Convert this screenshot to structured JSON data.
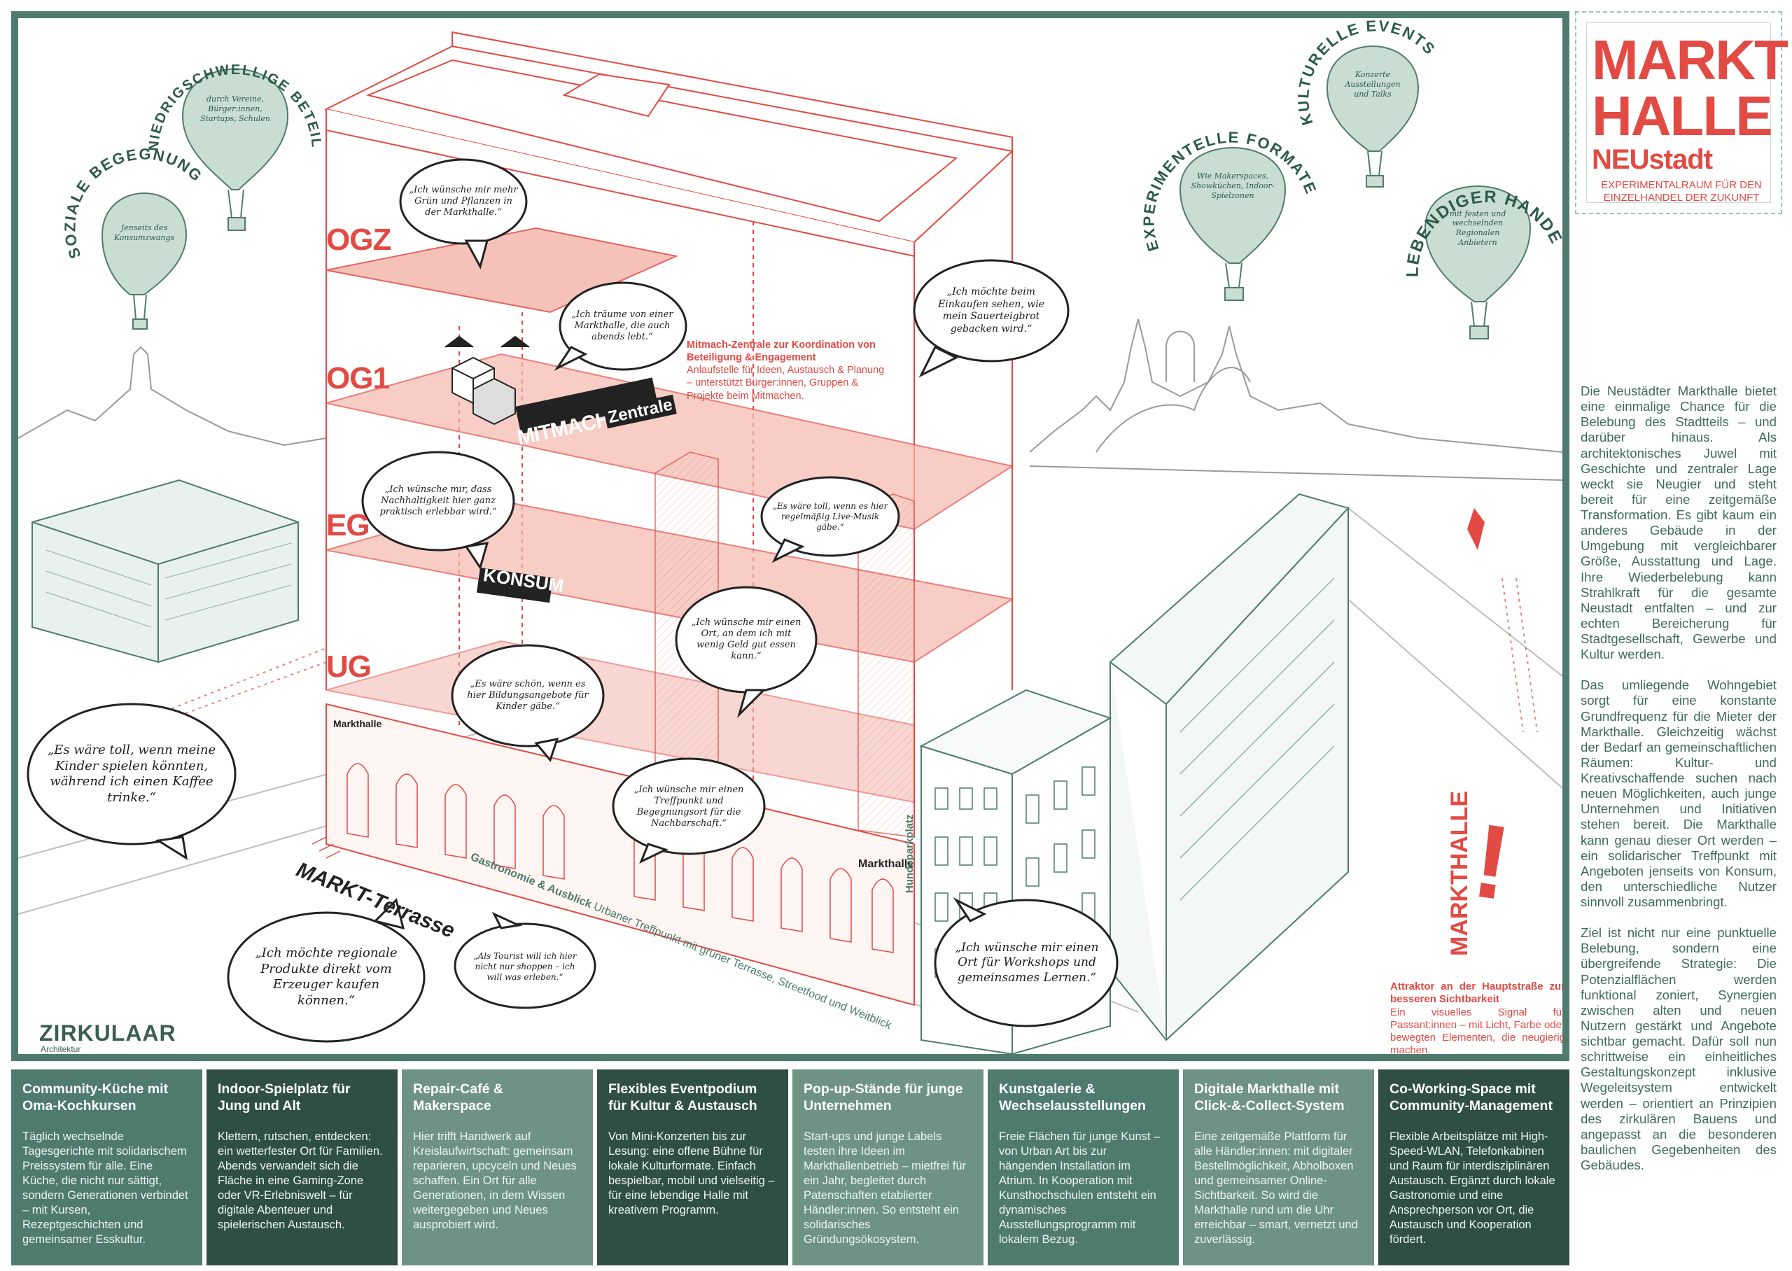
{
  "brand": {
    "line1": "MARKT",
    "line2": "HALLE",
    "line3": "NEUstadt",
    "tagline": "EXPERIMENTALRAUM FÜR DEN EINZELHANDEL DER ZUKUNFT"
  },
  "balloons": [
    {
      "arc": "SOZIALE BEGEGNUNG",
      "text": "Jenseits des Konsumzwangs"
    },
    {
      "arc": "NIEDRIGSCHWELLIGE BETEILIGUNG",
      "text": "durch Vereine, Bürger:innen, Startups, Schulen"
    },
    {
      "arc": "KULTURELLE EVENTS",
      "text": "Konzerte Ausstellungen und Talks"
    },
    {
      "arc": "EXPERIMENTELLE FORMATE",
      "text": "Wie Makerspaces, Showküchen, Indoor-Spielzonen"
    },
    {
      "arc": "LEBENDIGER HANDEL",
      "text": "mit festen und wechselnden Regionalen Anbietern"
    }
  ],
  "floors": {
    "ogz": "OGZ",
    "og1": "OG1",
    "eg": "EG",
    "ug": "UG"
  },
  "signs": {
    "mitmach": "MITMACH",
    "zentrale": "Zentrale",
    "konsum": "KONSUM",
    "markthalle_small": "Markthalle",
    "markthalle_right": "Markthalle",
    "terrasse": "MARKT-Terrasse",
    "hundepark": "Hundeparkplatz",
    "markthalle_vertical": "MARKTHALLE",
    "exclam": "!"
  },
  "terrace_note": {
    "bold": "Gastronomie & Ausblick",
    "text": "Urbaner Treffpunkt mit grüner Terrasse, Streetfood und Weitblick"
  },
  "mitmach_note": {
    "title": "Mitmach-Zentrale zur Koordination von Beteiligung & Engagement",
    "text": "Anlaufstelle für Ideen, Austausch & Planung – unterstützt Bürger:innen, Gruppen & Projekte beim Mitmachen."
  },
  "attraktor_note": {
    "title": "Attraktor an der Hauptstraße zur besseren Sichtbarkeit",
    "text": "Ein visuelles Signal für Passant:innen – mit Licht, Farbe oder bewegten Elementen, die neugierig machen."
  },
  "bubbles": [
    "„Ich wünsche mir mehr Grün und Pflanzen in der Markthalle.“",
    "„Ich träume von einer Markthalle, die auch abends lebt.“",
    "„Ich möchte beim Einkaufen sehen, wie mein Sauerteigbrot gebacken wird.“",
    "„Ich wünsche mir, dass Nachhaltigkeit hier ganz praktisch erlebbar wird.“",
    "„Es wäre toll, wenn es hier regelmäßig Live-Musik gäbe.“",
    "„Ich wünsche mir einen Ort, an dem ich mit wenig Geld gut essen kann.“",
    "„Es wäre schön, wenn es hier Bildungsangebote für Kinder gäbe.“",
    "„Es wäre toll, wenn meine Kinder spielen könnten, während ich einen Kaffee trinke.“",
    "„Ich wünsche mir einen Treffpunkt und Begegnungsort für die Nachbarschaft.“",
    "„Ich möchte regionale Produkte direkt vom Erzeuger kaufen können.“",
    "„Als Tourist will ich hier nicht nur shoppen – ich will was erleben.“",
    "„Ich wünsche mir einen Ort für Workshops und gemeinsames Lernen.“"
  ],
  "logo": {
    "name": "ZIRKULAAR",
    "sub": "Architektur"
  },
  "side_text": [
    "Die Neustädter Markthalle bietet eine einmalige Chance für die Belebung des Stadtteils – und darüber hinaus. Als architektonisches Juwel mit Geschichte und zentraler Lage weckt sie Neugier und steht bereit für eine zeitgemäße Transformation. Es gibt kaum ein anderes Gebäude in der Umgebung mit vergleichbarer Größe, Ausstattung und Lage. Ihre Wiederbelebung kann Strahlkraft für die gesamte Neustadt entfalten – und zur echten Bereicherung für Stadtgesellschaft, Gewerbe und Kultur werden.",
    "Das umliegende Wohngebiet sorgt für eine konstante Grundfrequenz für die Mieter der Markthalle. Gleichzeitig wächst der Bedarf an gemeinschaftlichen Räumen: Kultur- und Kreativschaffende suchen nach neuen Möglichkeiten, auch junge Unternehmen und Initiativen stehen bereit. Die Markthalle kann genau dieser Ort werden – ein solidarischer Treffpunkt mit Angeboten jenseits von Konsum, den unterschiedliche Nutzer sinnvoll zusammenbringt.",
    "Ziel ist nicht nur eine punktuelle Belebung, sondern eine übergreifende Strategie: Die Potenzialflächen werden funktional zoniert, Synergien zwischen alten und neuen Nutzern gestärkt und Angebote sichtbar gemacht. Dafür soll nun schrittweise ein einheitliches Gestaltungskonzept inklusive Wegeleitsystem entwickelt werden – orientiert an Prinzipien des zirkulären Bauens und angepasst an die besonderen baulichen Gegebenheiten des Gebäudes."
  ],
  "cards": [
    {
      "title": "Community-Küche mit Oma-Kochkursen",
      "text": "Täglich wechselnde Tagesgerichte mit solidarischem Preissystem für alle. Eine Küche, die nicht nur sättigt, sondern Generationen verbindet – mit Kursen, Rezeptgeschichten und gemeinsamer Esskultur."
    },
    {
      "title": "Indoor-Spielplatz für Jung und Alt",
      "text": "Klettern, rutschen, entdecken: ein wetterfester Ort für Familien. Abends verwandelt sich die Fläche in eine Gaming-Zone oder VR-Erlebniswelt – für digitale Abenteuer und spielerischen Austausch."
    },
    {
      "title": "Repair-Café & Makerspace",
      "text": "Hier trifft Handwerk auf Kreislaufwirtschaft: gemeinsam reparieren, upcyceln und Neues schaffen. Ein Ort für alle Generationen, in dem Wissen weitergegeben und Neues ausprobiert wird."
    },
    {
      "title": "Flexibles Eventpodium für Kultur & Austausch",
      "text": "Von Mini-Konzerten bis zur Lesung: eine offene Bühne für lokale Kulturformate. Einfach bespielbar, mobil und vielseitig – für eine lebendige Halle mit kreativem Programm."
    },
    {
      "title": "Pop-up-Stände für junge Unternehmen",
      "text": "Start-ups und junge Labels testen ihre Ideen im Markthallenbetrieb – mietfrei für ein Jahr, begleitet durch Patenschaften etablierter Händler:innen. So entsteht ein solidarisches Gründungsökosystem."
    },
    {
      "title": "Kunstgalerie & Wechselausstellungen",
      "text": "Freie Flächen für junge Kunst – von Urban Art bis zur hängenden Installation im Atrium. In Kooperation mit Kunsthochschulen entsteht ein dynamisches Ausstellungsprogramm mit lokalem Bezug."
    },
    {
      "title": "Digitale Markthalle mit Click-&-Collect-System",
      "text": "Eine zeitgemäße Plattform für alle Händler:innen: mit digitaler Bestellmöglichkeit, Abholboxen und gemeinsamer Online-Sichtbarkeit. So wird die Markthalle rund um die Uhr erreichbar – smart, vernetzt und zuverlässig."
    },
    {
      "title": "Co-Working-Space mit Community-Management",
      "text": "Flexible Arbeitsplätze mit High-Speed-WLAN, Telefonkabinen und Raum für interdisziplinären Austausch. Ergänzt durch lokale Gastronomie und eine Ansprechperson vor Ort, die Austausch und Kooperation fördert."
    }
  ],
  "colors": {
    "red": "#e24a44",
    "pink_fill": "#f4b8ae",
    "green": "#4f7b6e",
    "dark_green": "#2f4f44",
    "balloon": "#c9ddd3"
  }
}
